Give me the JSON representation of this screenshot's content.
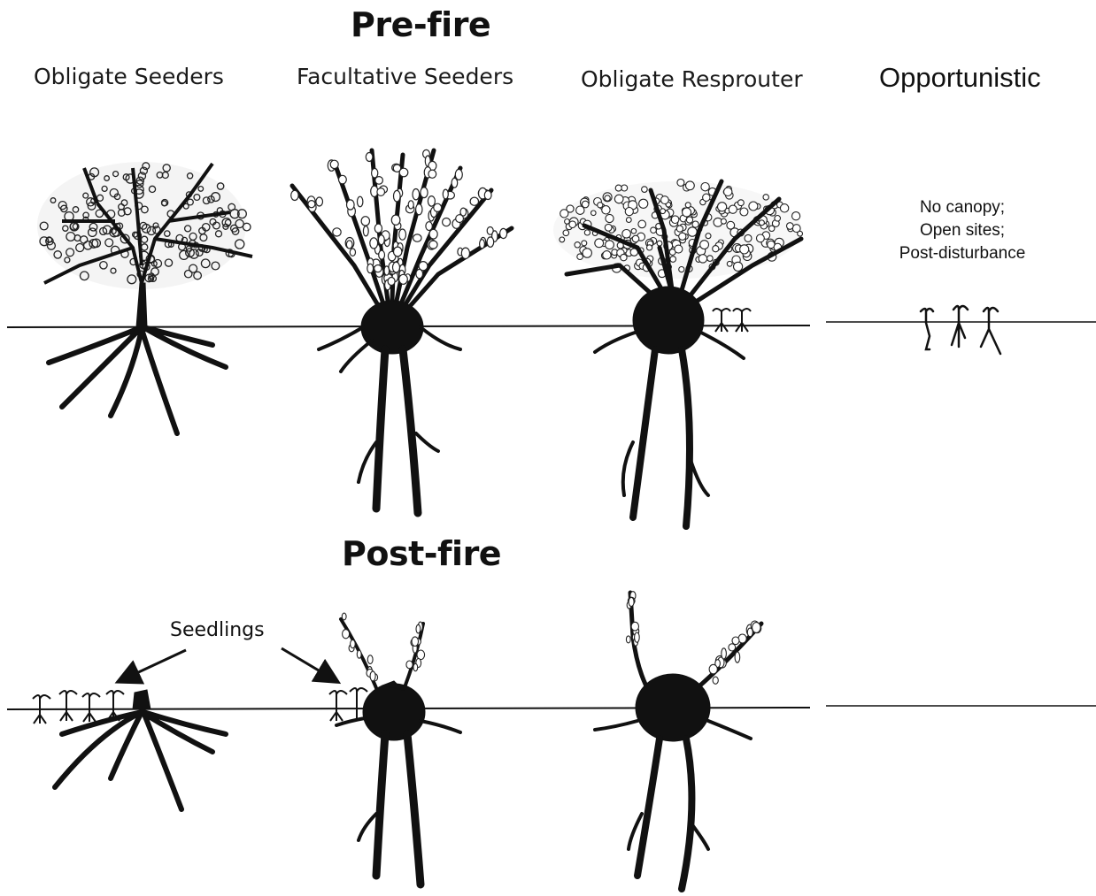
{
  "titles": {
    "pre_fire": "Pre-fire",
    "post_fire": "Post-fire"
  },
  "columns": {
    "obligate_seeders": "Obligate Seeders",
    "facultative_seeders": "Facultative Seeders",
    "obligate_resprouter": "Obligate Resprouter",
    "opportunistic": "Opportunistic"
  },
  "opportunistic_note": {
    "line1": "No canopy;",
    "line2": "Open sites;",
    "line3": "Post-disturbance"
  },
  "annotations": {
    "seedlings": "Seedlings"
  },
  "colors": {
    "ink": "#111111",
    "background": "#ffffff"
  }
}
